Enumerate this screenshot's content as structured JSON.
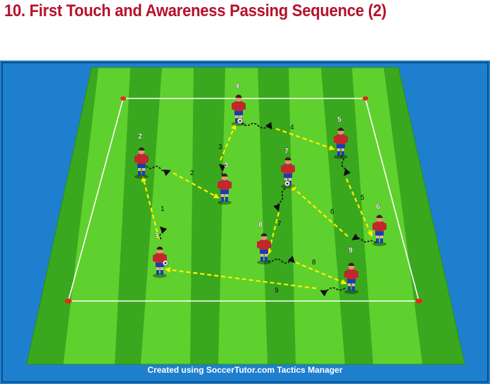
{
  "title": "10. First Touch and Awareness Passing Sequence (2)",
  "footer": "Created using SoccerTutor.com Tactics Manager",
  "colors": {
    "title": "#b5122a",
    "frame_blue": "#1f7fcf",
    "pitch_dark": "#3aa81e",
    "pitch_light": "#5fd12e",
    "pass_arrow": "#ffef00",
    "dribble": "#111111",
    "shirt": "#c0282d",
    "shorts": "#1a3cb5"
  },
  "players": [
    {
      "id": "1",
      "label": "1"
    },
    {
      "id": "2",
      "label": "2"
    },
    {
      "id": "3",
      "label": "3"
    },
    {
      "id": "4",
      "label": "4"
    },
    {
      "id": "5",
      "label": "5"
    },
    {
      "id": "6",
      "label": "6"
    },
    {
      "id": "7",
      "label": "7"
    },
    {
      "id": "8",
      "label": "8"
    },
    {
      "id": "9",
      "label": "9"
    }
  ],
  "passes": [
    {
      "label": "1"
    },
    {
      "label": "2"
    },
    {
      "label": "3"
    },
    {
      "label": "4"
    },
    {
      "label": "5"
    },
    {
      "label": "6"
    },
    {
      "label": "7"
    },
    {
      "label": "8"
    },
    {
      "label": "9"
    }
  ]
}
